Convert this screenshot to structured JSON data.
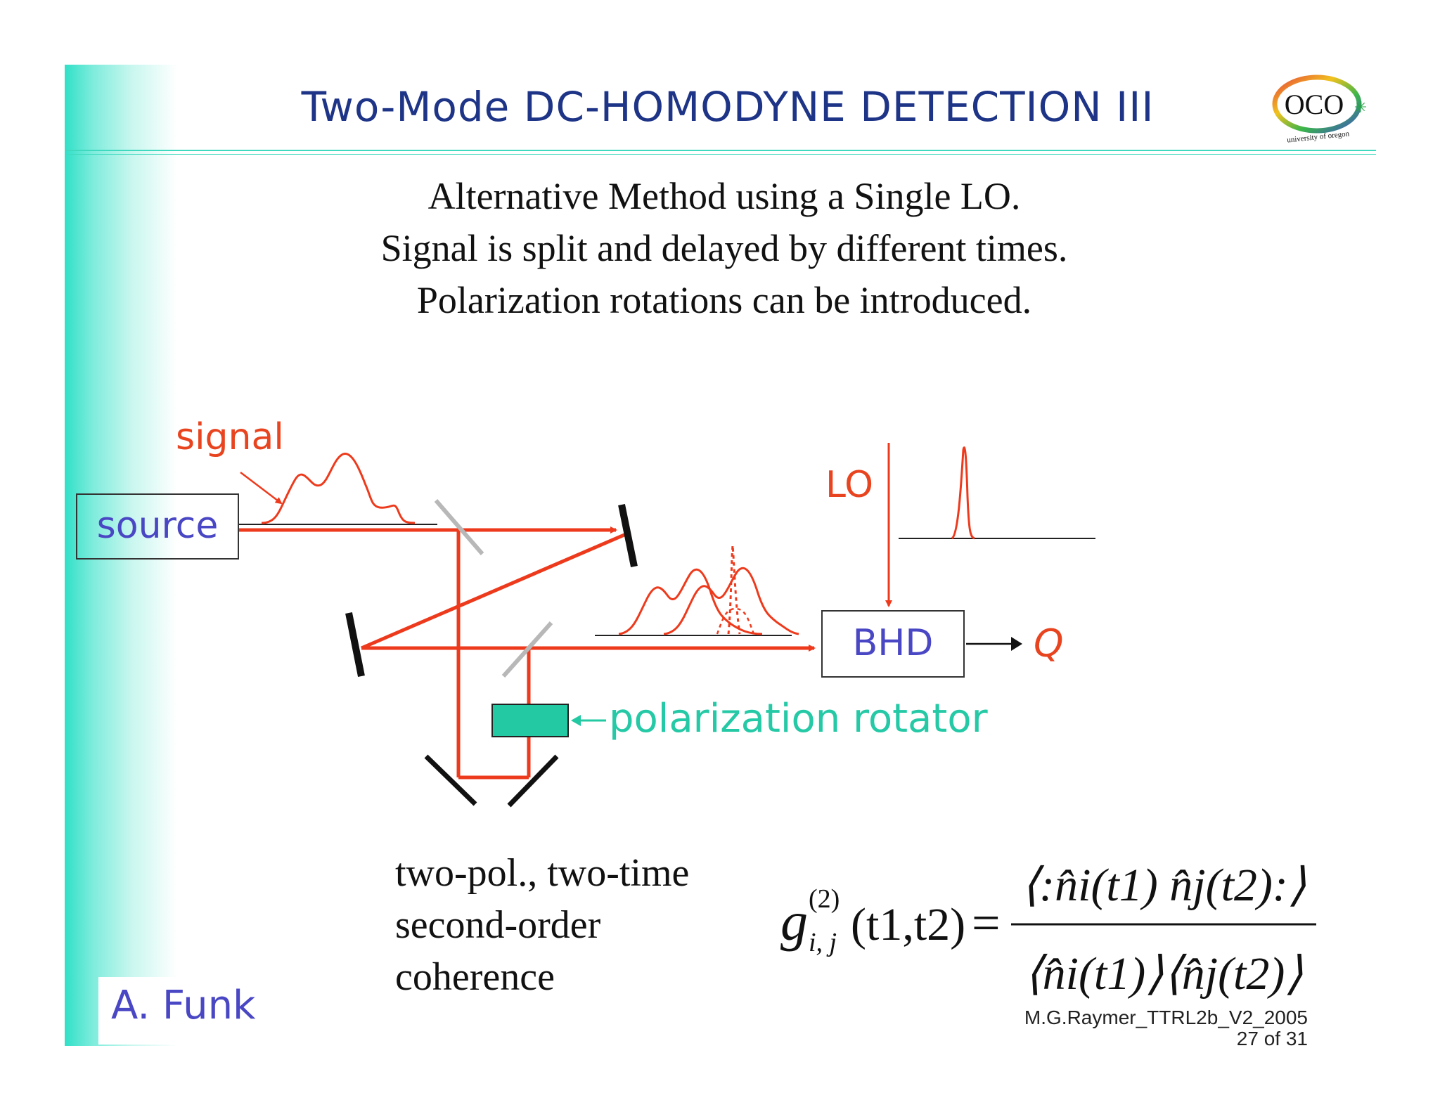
{
  "slide": {
    "title": "Two-Mode DC-HOMODYNE DETECTION III",
    "subtitle_lines": [
      "Alternative Method using a Single LO.",
      "Signal is split and delayed by different times.",
      "Polarization rotations can be introduced."
    ],
    "logo": {
      "text": "OCO",
      "ring_text": "university of oregon"
    }
  },
  "diagram": {
    "source_label": "source",
    "signal_label": "signal",
    "lo_label": "LO",
    "bhd_label": "BHD",
    "output_label": "Q",
    "rotator_label": "polarization rotator",
    "colors": {
      "beam": "#ee3a1c",
      "label_blue": "#4a47c4",
      "label_red": "#e8441f",
      "rotator": "#22c9a2",
      "mirror": "#111111",
      "splitter": "#b8b8b8"
    }
  },
  "caption": {
    "lines": [
      "two-pol., two-time",
      "second-order",
      "coherence"
    ]
  },
  "equation": {
    "lhs": "g",
    "sup": "(2)",
    "sub": "i, j",
    "args": "(t1,t2)",
    "numerator": "⟨:n̂i(t1) n̂j(t2):⟩",
    "denominator": "⟨n̂i(t1)⟩⟨n̂j(t2)⟩"
  },
  "footer": {
    "author": "A. Funk",
    "doc_id": "M.G.Raymer_TTRL2b_V2_2005",
    "page": "27 of 31"
  }
}
